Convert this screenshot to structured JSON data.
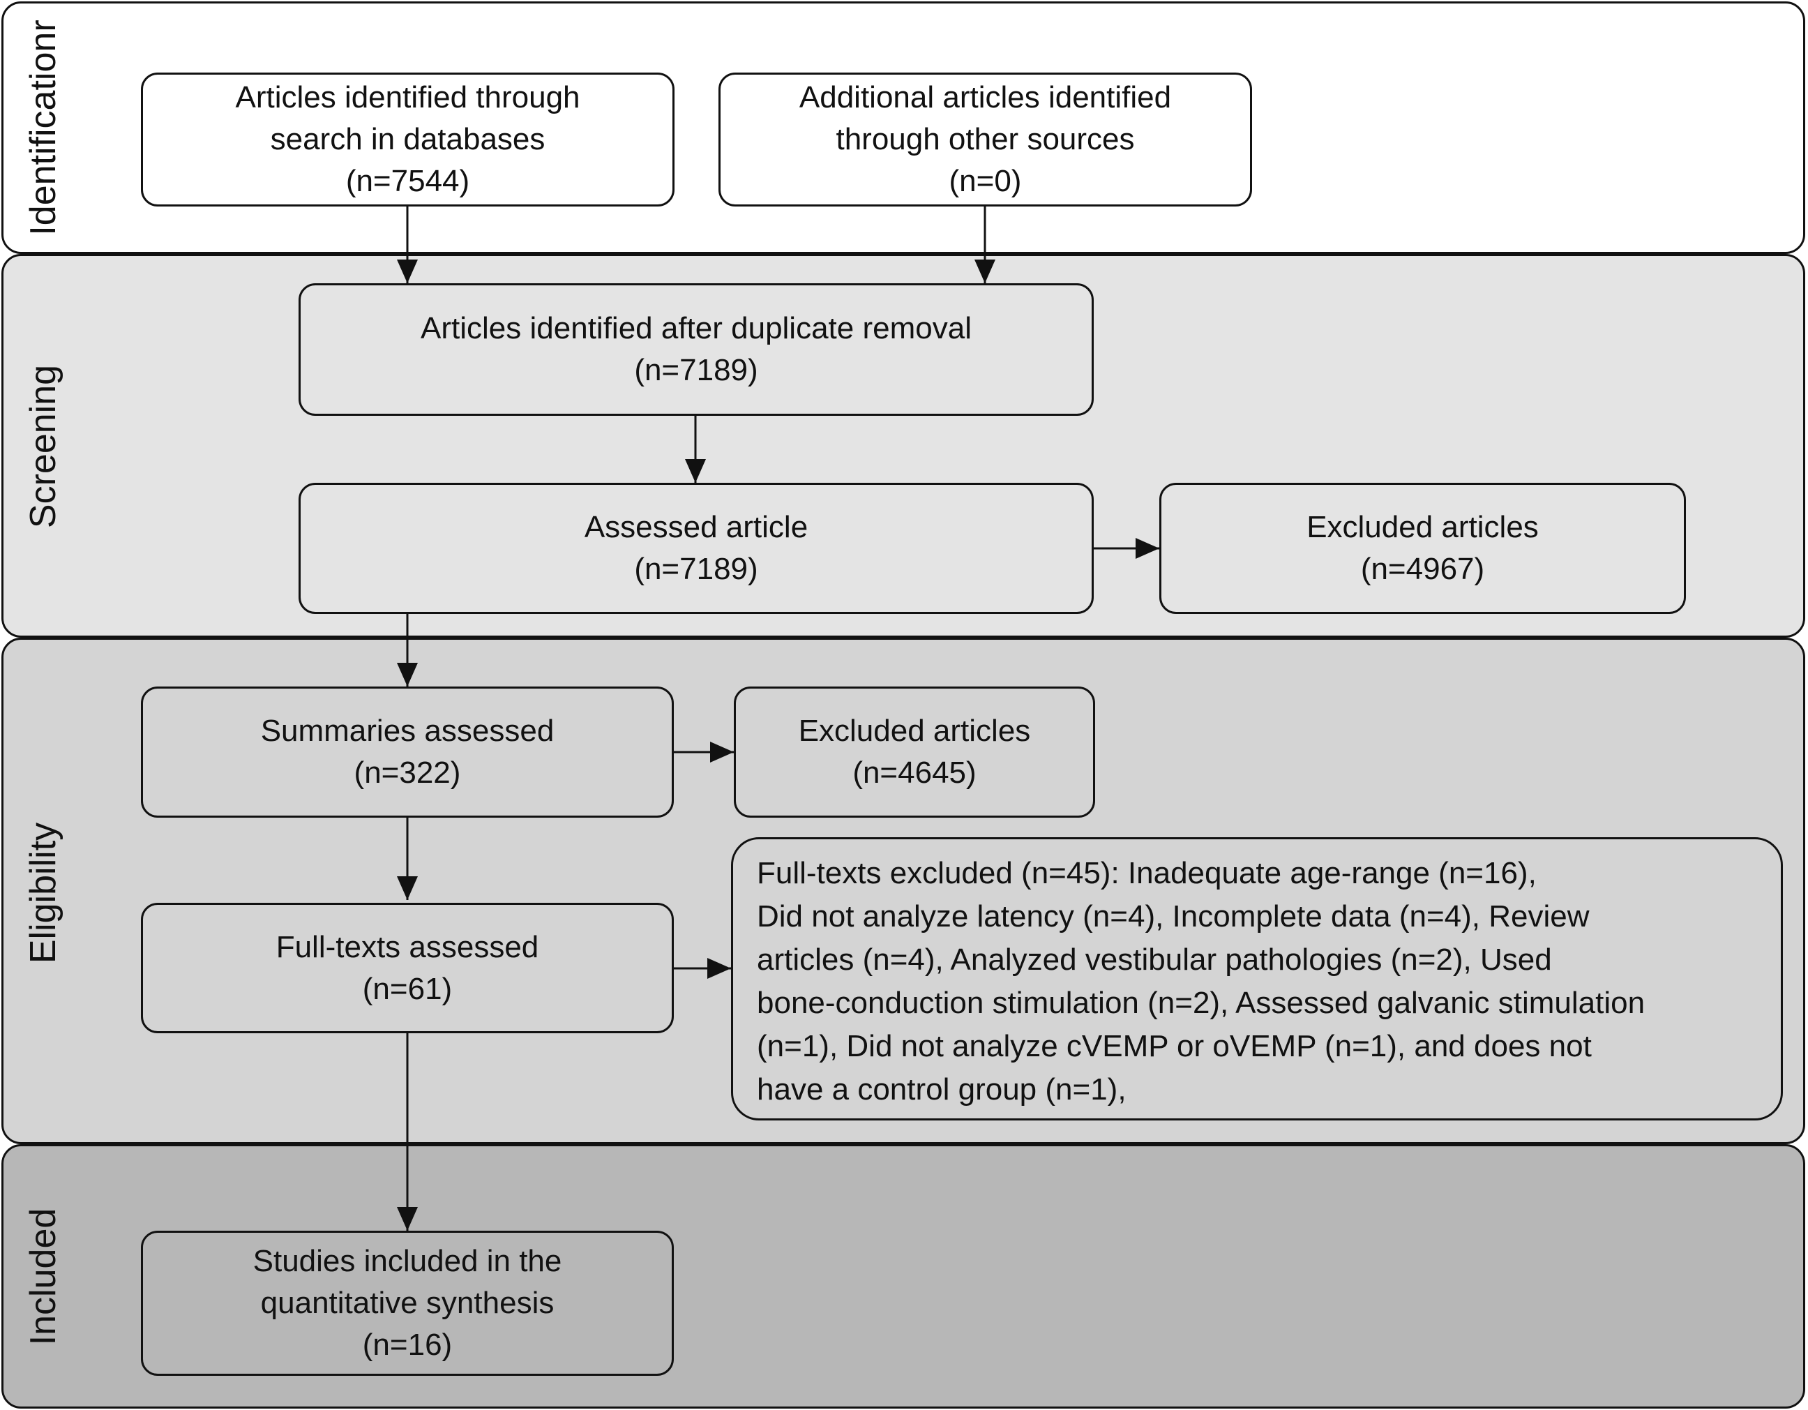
{
  "stages": {
    "identification": "Identificationr",
    "screening": "Screening",
    "eligibility": "Eligibility",
    "included": "Included"
  },
  "boxes": {
    "database_search": {
      "lines": [
        "Articles identified through",
        "search in databases",
        "(n=7544)"
      ]
    },
    "other_sources": {
      "lines": [
        "Additional articles identified",
        "through other sources",
        "(n=0)"
      ]
    },
    "duplicates_removed": {
      "lines": [
        "Articles identified after duplicate removal",
        "(n=7189)"
      ]
    },
    "assessed": {
      "lines": [
        "Assessed article",
        "(n=7189)"
      ]
    },
    "excluded_screening": {
      "lines": [
        "Excluded articles",
        "(n=4967)"
      ]
    },
    "summaries_assessed": {
      "lines": [
        "Summaries assessed",
        "(n=322)"
      ]
    },
    "excluded_summaries": {
      "lines": [
        "Excluded articles",
        "(n=4645)"
      ]
    },
    "fulltexts_assessed": {
      "lines": [
        "Full-texts assessed",
        "(n=61)"
      ]
    },
    "fulltexts_excluded": {
      "lines": [
        "Full-texts excluded (n=45): Inadequate age-range (n=16),",
        "Did not analyze latency (n=4), Incomplete data (n=4), Review",
        "articles  (n=4), Analyzed vestibular pathologies (n=2), Used",
        "bone-conduction stimulation (n=2), Assessed galvanic stimulation",
        "(n=1), Did not analyze cVEMP or oVEMP (n=1), and does not",
        "have a control group (n=1),"
      ]
    },
    "included_studies": {
      "lines": [
        "Studies included in the",
        "quantitative synthesis",
        "(n=16)"
      ]
    }
  },
  "colors": {
    "identification_band": "#ffffff",
    "screening_band": "#e4e4e4",
    "eligibility_band": "#d4d4d4",
    "included_band": "#b7b7b7",
    "stroke": "#111111"
  }
}
